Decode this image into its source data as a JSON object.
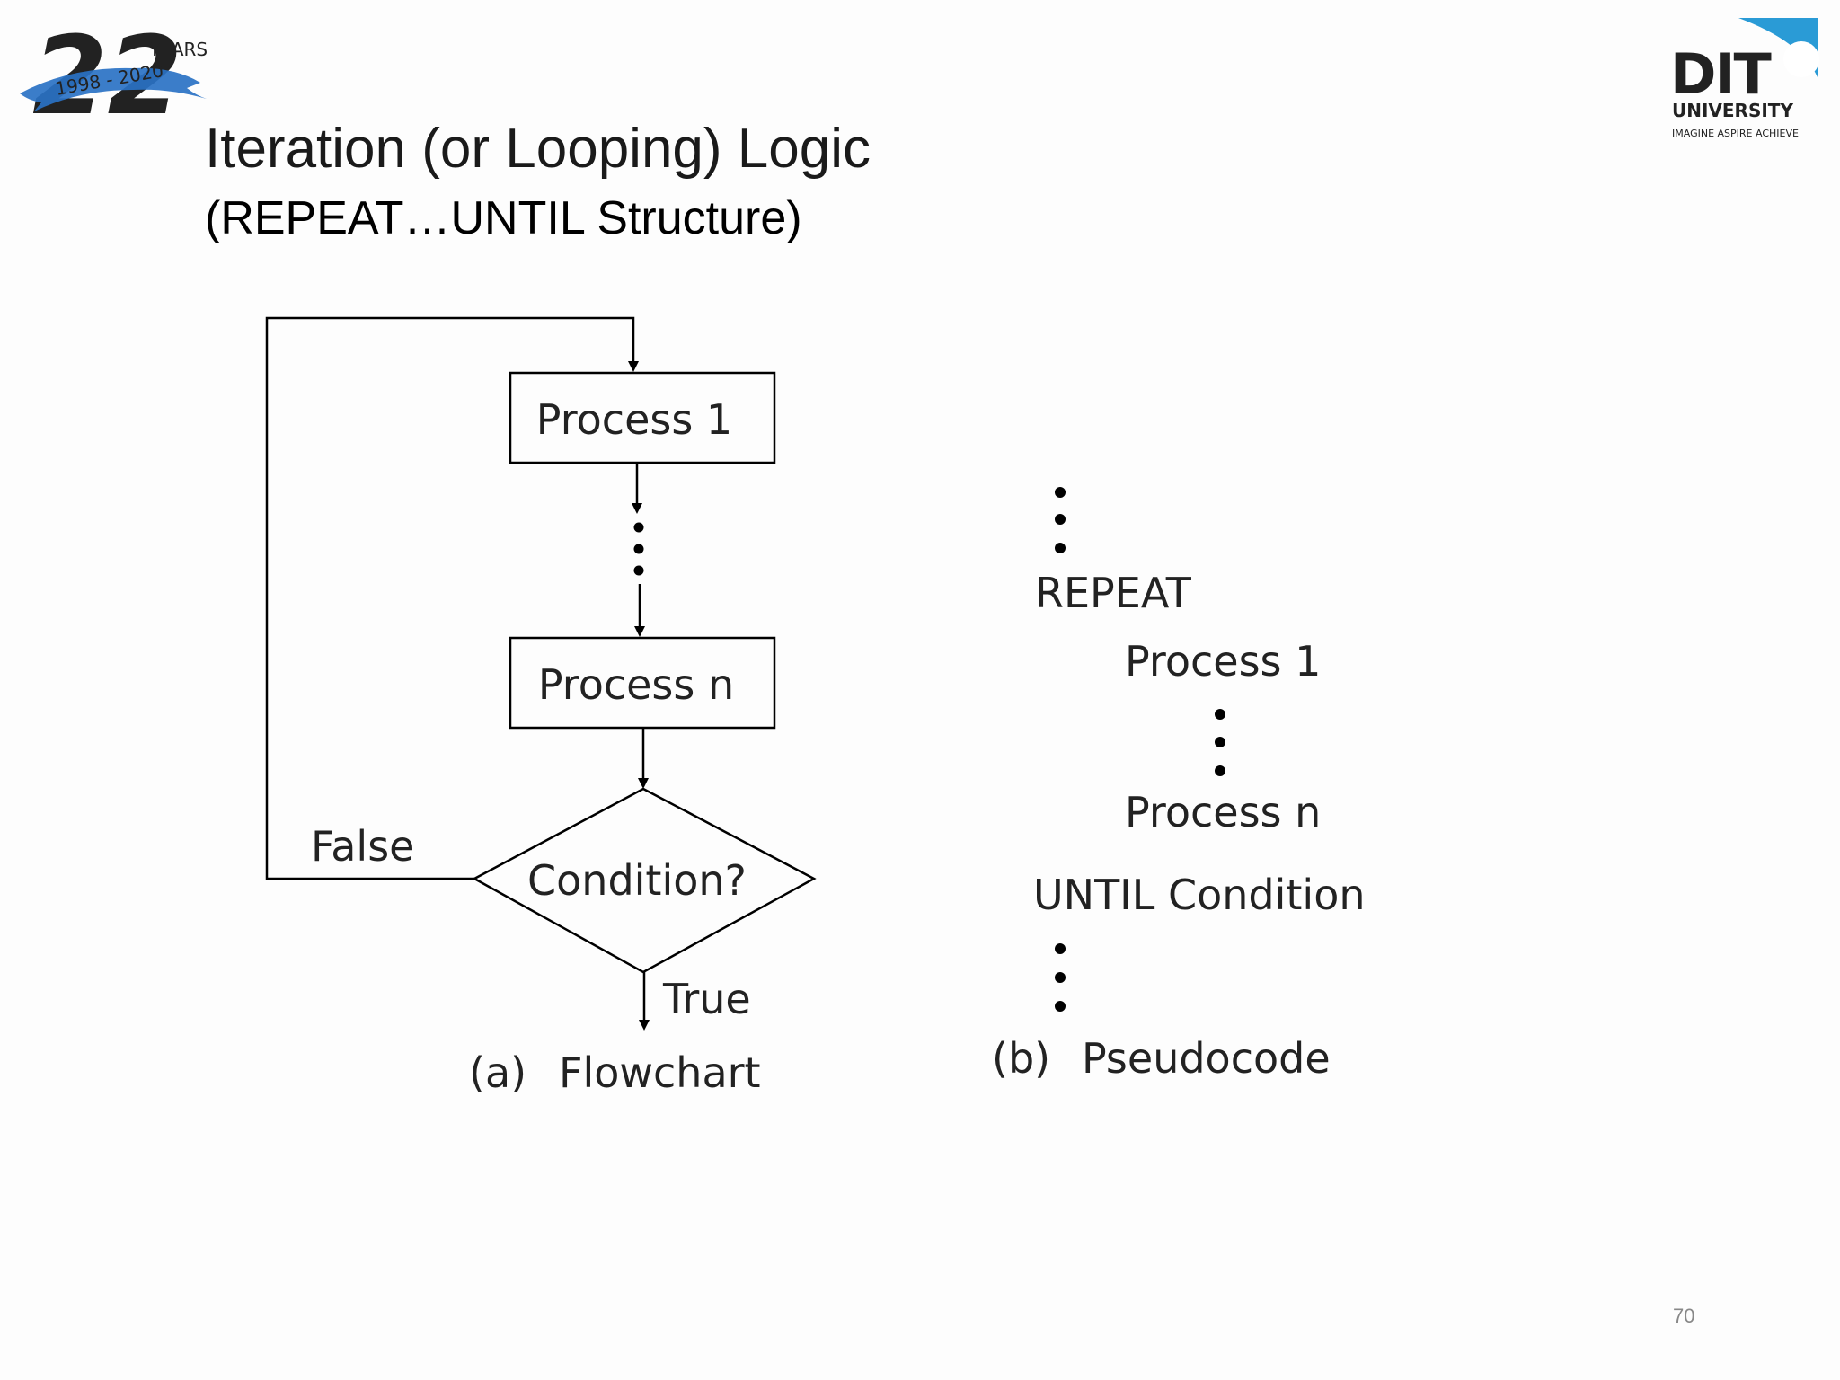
{
  "slide": {
    "title": "Iteration (or Looping) Logic",
    "subtitle": "(REPEAT…UNTIL Structure)",
    "page_number": "70"
  },
  "anniversary_logo": {
    "number": "22",
    "years_label": "YEARS",
    "range": "1998 - 2020",
    "color": "#1f5fae"
  },
  "university_logo": {
    "name": "DIT",
    "sub": "UNIVERSITY",
    "motto": "IMAGINE  ASPIRE  ACHIEVE",
    "accent": "#2a9bd6"
  },
  "flowchart": {
    "process_1": "Process 1",
    "process_n": "Process n",
    "condition": "Condition?",
    "false_label": "False",
    "true_label": "True",
    "caption_letter": "(a)",
    "caption": "Flowchart"
  },
  "pseudocode": {
    "repeat": "REPEAT",
    "process_1": "Process 1",
    "process_n": "Process n",
    "until": "UNTIL Condition",
    "caption_letter": "(b)",
    "caption": "Pseudocode"
  }
}
